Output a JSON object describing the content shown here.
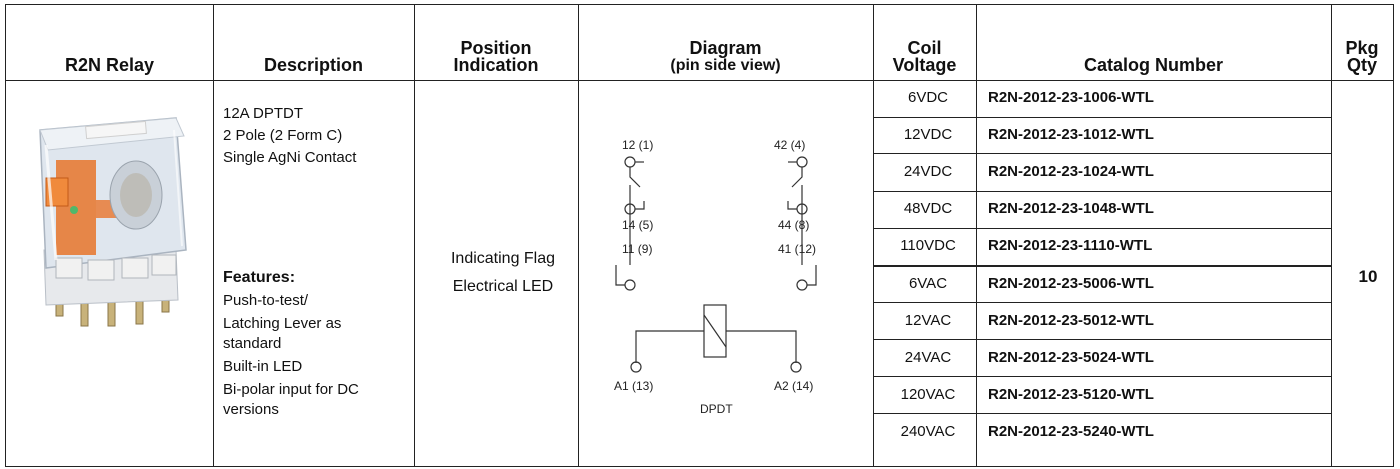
{
  "headers": {
    "relay": "R2N Relay",
    "description": "Description",
    "position_line1": "Position",
    "position_line2": "Indication",
    "diagram_line1": "Diagram",
    "diagram_line2": "(pin side view)",
    "coil_line1": "Coil",
    "coil_line2": "Voltage",
    "catalog": "Catalog Number",
    "pkg_line1": "Pkg",
    "pkg_line2": "Qty"
  },
  "description": {
    "line1": "12A DPTDT",
    "line2": "2 Pole (2 Form C)",
    "line3": "Single AgNi Contact",
    "features_title": "Features:",
    "features": [
      "Push-to-test/",
      "Latching Lever as",
      "standard",
      "Built-in LED",
      "Bi-polar input for DC",
      "versions"
    ]
  },
  "position_indication": {
    "line1": "Indicating Flag",
    "line2": "Electrical LED"
  },
  "diagram": {
    "pin_12": "12 (1)",
    "pin_42": "42 (4)",
    "pin_14": "14 (5)",
    "pin_44": "44 (8)",
    "pin_11": "11 (9)",
    "pin_41": "41 (12)",
    "pin_a1": "A1 (13)",
    "pin_a2": "A2 (14)",
    "caption": "DPDT"
  },
  "rows": [
    {
      "voltage": "6VDC",
      "catalog": "R2N-2012-23-1006-WTL"
    },
    {
      "voltage": "12VDC",
      "catalog": "R2N-2012-23-1012-WTL"
    },
    {
      "voltage": "24VDC",
      "catalog": "R2N-2012-23-1024-WTL"
    },
    {
      "voltage": "48VDC",
      "catalog": "R2N-2012-23-1048-WTL"
    },
    {
      "voltage": "110VDC",
      "catalog": "R2N-2012-23-1110-WTL"
    },
    {
      "voltage": "6VAC",
      "catalog": "R2N-2012-23-5006-WTL"
    },
    {
      "voltage": "12VAC",
      "catalog": "R2N-2012-23-5012-WTL"
    },
    {
      "voltage": "24VAC",
      "catalog": "R2N-2012-23-5024-WTL"
    },
    {
      "voltage": "120VAC",
      "catalog": "R2N-2012-23-5120-WTL"
    },
    {
      "voltage": "240VAC",
      "catalog": "R2N-2012-23-5240-WTL"
    }
  ],
  "pkg_qty": "10",
  "colors": {
    "relay_orange": "#e8742a",
    "relay_clear": "#dfe6ee",
    "border": "#222222"
  }
}
